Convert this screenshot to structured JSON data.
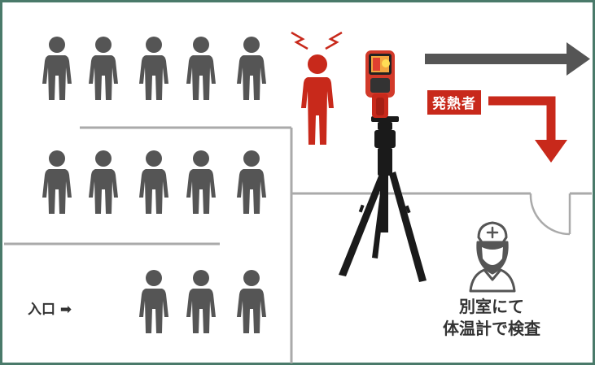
{
  "labels": {
    "entrance": "入口 ➡",
    "fever_person": "発熱者",
    "separate_room_line1": "別室にて",
    "separate_room_line2": "体温計で検査"
  },
  "colors": {
    "frame": "#4a7a6a",
    "person": "#555555",
    "fever": "#c8291b",
    "arrow_main": "#555555",
    "wall": "#aaaaaa",
    "tripod": "#1a1a1a"
  },
  "icons": [
    "person-icon",
    "fever-person-icon",
    "alert-icon",
    "thermal-camera-icon",
    "tripod-icon",
    "nurse-icon",
    "door-icon"
  ]
}
